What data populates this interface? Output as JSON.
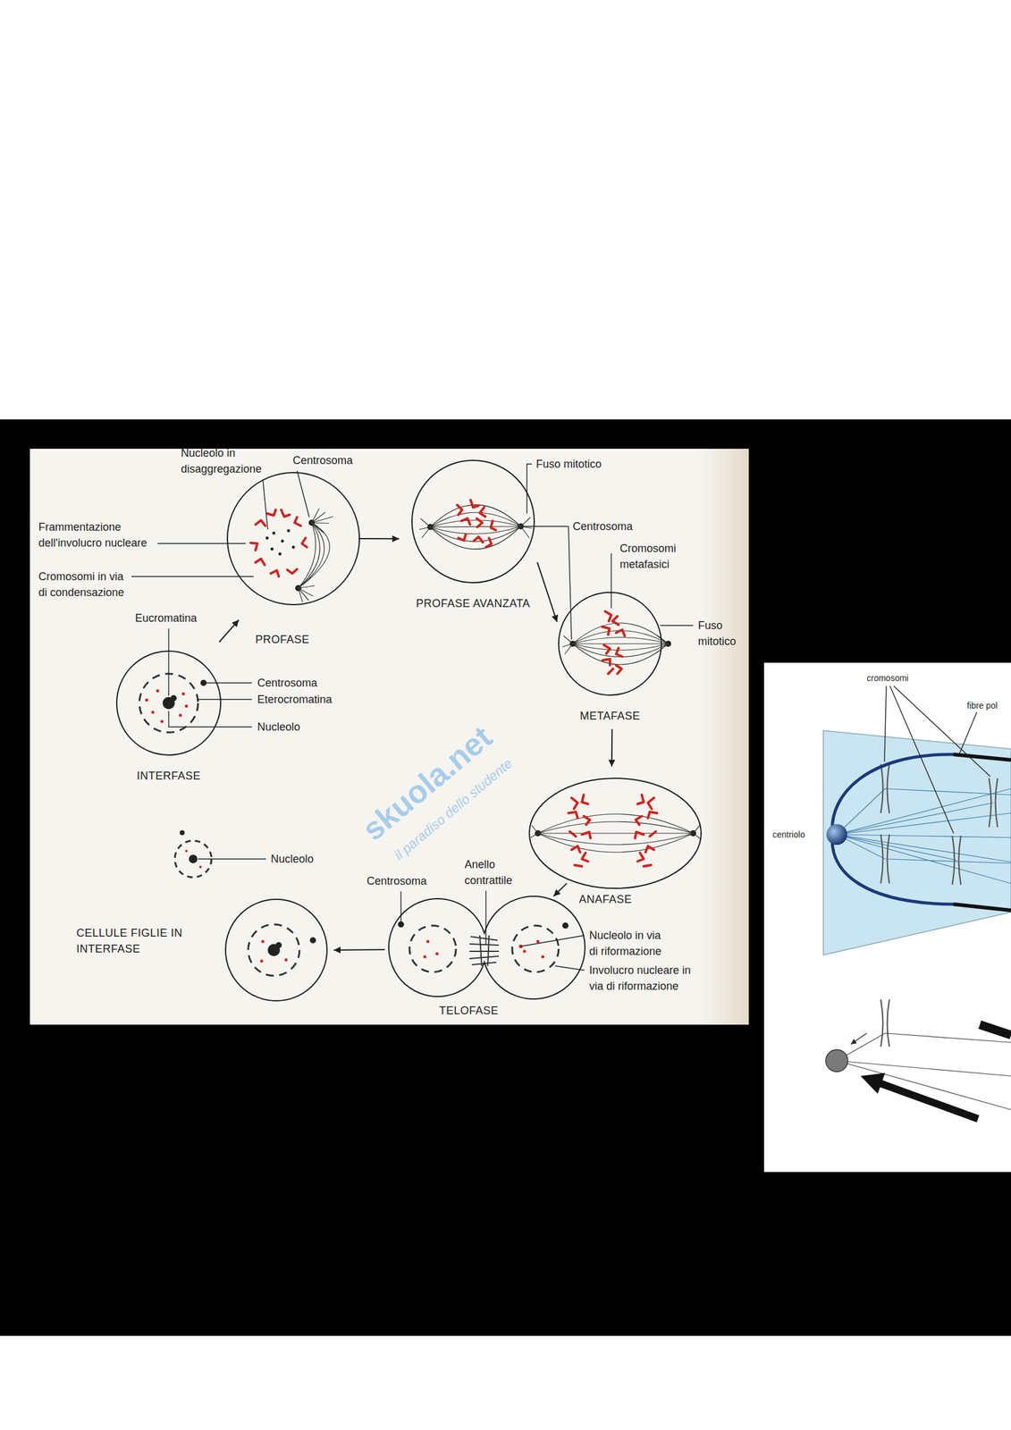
{
  "diagram": {
    "nodes": [
      {
        "text": [
          "INTERFASE"
        ]
      },
      {
        "text": [
          "PROFASE"
        ]
      },
      {
        "text": [
          "PROFASE AVANZATA"
        ]
      },
      {
        "text": [
          "METAFASE"
        ]
      },
      {
        "text": [
          "ANAFASE"
        ]
      },
      {
        "text": [
          "TELOFASE"
        ]
      },
      {
        "text": [
          "CELLULE FIGLIE IN INTERFASE"
        ]
      }
    ],
    "edges": [
      {
        "from": 0,
        "to": 1,
        "arrow": "to"
      },
      {
        "from": 1,
        "to": 2,
        "arrow": "to"
      },
      {
        "from": 2,
        "to": 3,
        "arrow": "to"
      },
      {
        "from": 3,
        "to": 4,
        "arrow": "to"
      },
      {
        "from": 4,
        "to": 5,
        "arrow": "to"
      },
      {
        "from": 5,
        "to": 6,
        "arrow": "to"
      }
    ],
    "labels": [
      "Nucleolo in disaggregazione",
      "Centrosoma",
      "Frammentazione dell'involucro nucleare",
      "Cromosomi in via di condensazione",
      "Fuso mitotico",
      "Centrosoma",
      "Cromosomi metafasici",
      "Fuso mitotico",
      "Eucromatina",
      "Centrosoma",
      "Eterocromatina",
      "Nucleolo",
      "Nucleolo",
      "Centrosoma",
      "Anello contrattile",
      "Nucleolo in via di riformazione",
      "Involucro nucleare in via di riformazione",
      "cromosomi",
      "fibre pol",
      "centriolo",
      "skuola.net",
      "il paradiso dello studente"
    ]
  }
}
